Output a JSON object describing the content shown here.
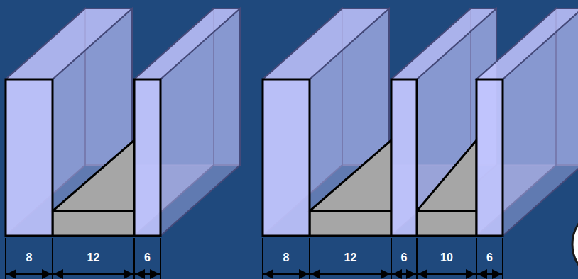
{
  "diagram": {
    "labels": [
      "8",
      "12",
      "6",
      "8",
      "12",
      "6",
      "10",
      "6"
    ]
  }
}
